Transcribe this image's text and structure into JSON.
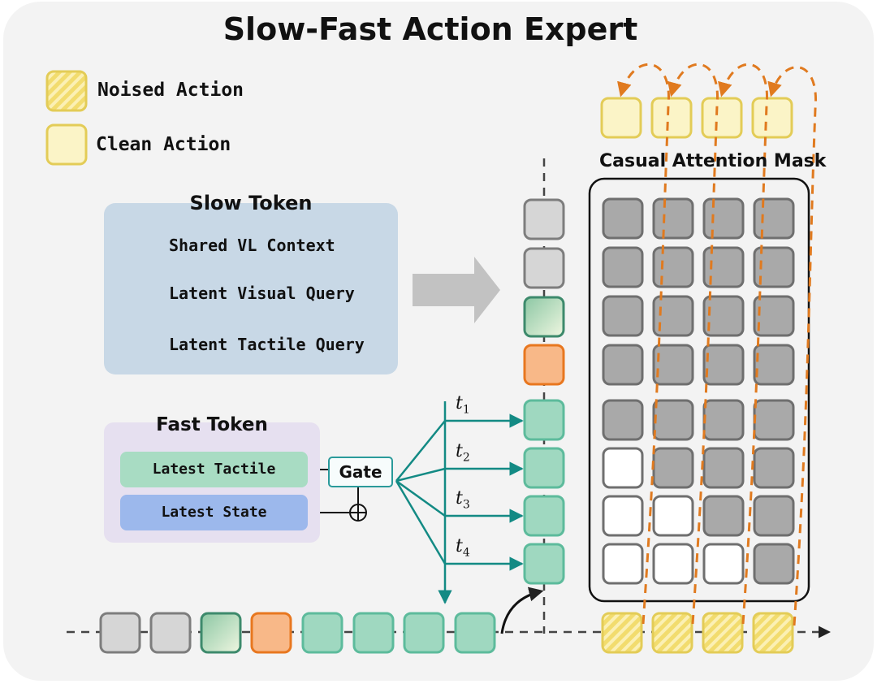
{
  "title": "Slow-Fast Action Expert",
  "legend": {
    "noised_action": "Noised Action",
    "clean_action": "Clean Action"
  },
  "slow_token": {
    "title": "Slow Token",
    "items": [
      {
        "label": "Shared VL Context",
        "color": "#d6d6d6",
        "border": "#7d7d7d"
      },
      {
        "label": "Latent Visual Query",
        "color": "#c5e3c9",
        "border": "#3d8a6c"
      },
      {
        "label": "Latent Tactile Query",
        "color": "#f8b888",
        "border": "#e8771f"
      }
    ]
  },
  "fast_token": {
    "title": "Fast Token",
    "latest_tactile": "Latest Tactile",
    "latest_state": "Latest State",
    "gate": "Gate"
  },
  "time_labels": [
    "t",
    "t",
    "t",
    "t"
  ],
  "time_subscripts": [
    "1",
    "2",
    "3",
    "4"
  ],
  "mask": {
    "title": "Casual Attention Mask",
    "pattern": [
      [
        "g",
        "g",
        "g",
        "g"
      ],
      [
        "g",
        "g",
        "g",
        "g"
      ],
      [
        "g",
        "g",
        "g",
        "g"
      ],
      [
        "g",
        "g",
        "g",
        "g"
      ],
      [
        "g",
        "g",
        "g",
        "g"
      ],
      [
        "w",
        "g",
        "g",
        "g"
      ],
      [
        "w",
        "w",
        "g",
        "g"
      ],
      [
        "w",
        "w",
        "w",
        "g"
      ]
    ]
  },
  "bottom_sequence": [
    "shared",
    "shared",
    "visual",
    "tactile",
    "fast",
    "fast",
    "fast",
    "fast"
  ],
  "colors": {
    "teal_arrow": "#138a84",
    "orange_dash": "#e07a1f",
    "action_fill": "#fbf4c7",
    "action_border": "#e3cc57",
    "fast_fill": "#9fd8c0",
    "fast_border": "#5dbb9c"
  }
}
